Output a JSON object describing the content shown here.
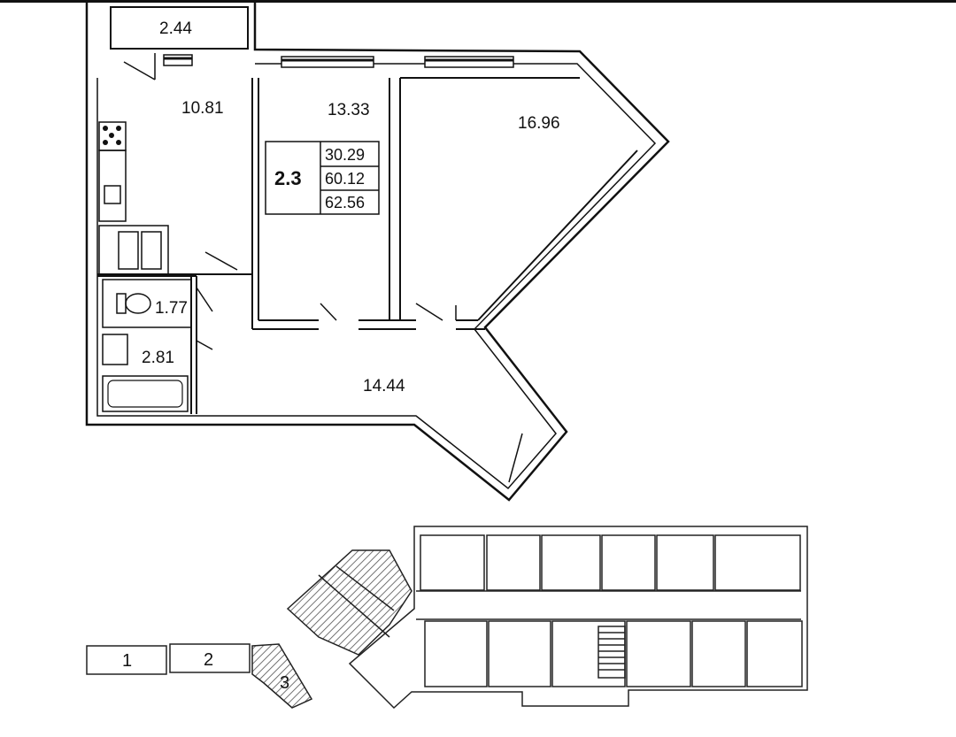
{
  "apartment": {
    "label": "2.3",
    "living_area": "30.29",
    "total_area": "60.12",
    "total_area_with_balcony": "62.56"
  },
  "rooms": {
    "balcony": "2.44",
    "kitchen": "10.81",
    "bedroom_1": "13.33",
    "bedroom_2": "16.96",
    "toilet": "1.77",
    "bathroom": "2.81",
    "hall": "14.44"
  },
  "site_plan": {
    "buildings": [
      "1",
      "2",
      "3"
    ]
  },
  "colors": {
    "wall": "#111111",
    "background": "#ffffff",
    "hatch": "#555555"
  }
}
